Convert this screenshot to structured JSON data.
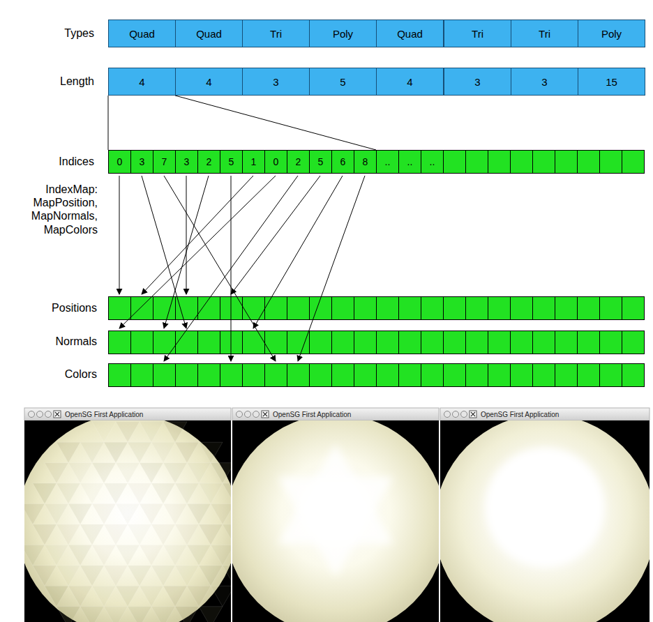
{
  "diagram": {
    "nodes": [
      {
        "text": [
          "Quad"
        ]
      },
      {
        "text": [
          "Quad"
        ]
      },
      {
        "text": [
          "Tri"
        ]
      },
      {
        "text": [
          "Poly"
        ]
      },
      {
        "text": [
          "Quad"
        ]
      },
      {
        "text": [
          "Tri"
        ]
      },
      {
        "text": [
          "Tri"
        ]
      },
      {
        "text": [
          "Poly"
        ]
      },
      {
        "text": [
          "4"
        ]
      },
      {
        "text": [
          "4"
        ]
      },
      {
        "text": [
          "3"
        ]
      },
      {
        "text": [
          "5"
        ]
      },
      {
        "text": [
          "4"
        ]
      },
      {
        "text": [
          "3"
        ]
      },
      {
        "text": [
          "3"
        ]
      },
      {
        "text": [
          "15"
        ]
      },
      {
        "text": [
          "0"
        ]
      },
      {
        "text": [
          "3"
        ]
      },
      {
        "text": [
          "7"
        ]
      },
      {
        "text": [
          "3"
        ]
      },
      {
        "text": [
          "2"
        ]
      },
      {
        "text": [
          "5"
        ]
      },
      {
        "text": [
          "1"
        ]
      },
      {
        "text": [
          "0"
        ]
      },
      {
        "text": [
          "2"
        ]
      },
      {
        "text": [
          "5"
        ]
      },
      {
        "text": [
          "6"
        ]
      },
      {
        "text": [
          "8"
        ]
      },
      {
        "text": [
          ".."
        ]
      },
      {
        "text": [
          ".."
        ]
      },
      {
        "text": [
          ".."
        ]
      },
      {
        "text": [
          "OpenSG First Application"
        ]
      },
      {
        "text": [
          "OpenSG First Application"
        ]
      },
      {
        "text": [
          "OpenSG First Application"
        ]
      }
    ],
    "edges": [
      {
        "from": 8,
        "to": 16,
        "arrow": "none"
      },
      {
        "from": 9,
        "to": 28,
        "arrow": "none"
      }
    ],
    "labels": [
      "Types",
      "Length",
      "Indices",
      "IndexMap: MapPosition, MapNormals, MapColors",
      "Positions",
      "Normals",
      "Colors"
    ]
  }
}
